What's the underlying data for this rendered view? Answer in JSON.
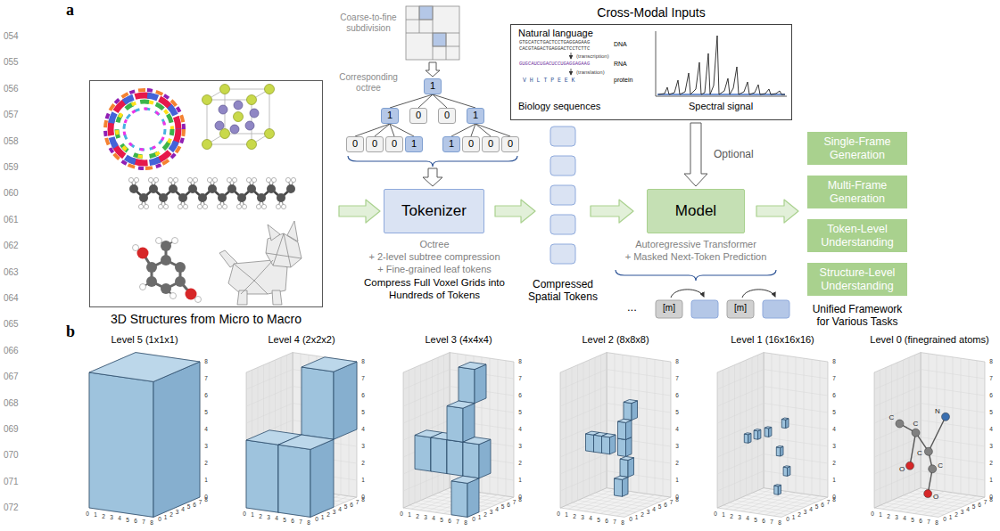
{
  "diagram": {
    "nodes": [
      {
        "text": [
          "3D Structures from Micro to Macro"
        ]
      },
      {
        "text": [
          "Tokenizer"
        ]
      },
      {
        "text": [
          "Cross-Modal Inputs",
          "Natural language",
          "Biology sequences",
          "Spectral signal"
        ]
      },
      {
        "text": [
          "Model"
        ]
      },
      {
        "text": [
          "Single-Frame Generation"
        ]
      },
      {
        "text": [
          "Multi-Frame Generation"
        ]
      },
      {
        "text": [
          "Token-Level Understanding"
        ]
      },
      {
        "text": [
          "Structure-Level Understanding"
        ]
      },
      {
        "text": [
          "1"
        ]
      },
      {
        "text": [
          "1"
        ]
      },
      {
        "text": [
          "0"
        ]
      },
      {
        "text": [
          "0"
        ]
      },
      {
        "text": [
          "1"
        ]
      },
      {
        "text": [
          "0"
        ]
      },
      {
        "text": [
          "0"
        ]
      },
      {
        "text": [
          "0"
        ]
      },
      {
        "text": [
          "1"
        ]
      },
      {
        "text": [
          "1"
        ]
      },
      {
        "text": [
          "0"
        ]
      },
      {
        "text": [
          "0"
        ]
      },
      {
        "text": [
          "0"
        ]
      }
    ],
    "edges": [
      {
        "from": 0,
        "to": 1,
        "arrow": "to"
      },
      {
        "from": 2,
        "to": 3,
        "label": "Optional",
        "arrow": "to"
      },
      {
        "from": 8,
        "to": 9,
        "arrow": "none"
      },
      {
        "from": 8,
        "to": 10,
        "arrow": "none"
      },
      {
        "from": 8,
        "to": 11,
        "arrow": "none"
      },
      {
        "from": 8,
        "to": 12,
        "arrow": "none"
      },
      {
        "from": 9,
        "to": 13,
        "arrow": "none"
      },
      {
        "from": 9,
        "to": 14,
        "arrow": "none"
      },
      {
        "from": 9,
        "to": 15,
        "arrow": "none"
      },
      {
        "from": 9,
        "to": 16,
        "arrow": "none"
      },
      {
        "from": 12,
        "to": 17,
        "arrow": "none"
      },
      {
        "from": 12,
        "to": 18,
        "arrow": "none"
      },
      {
        "from": 12,
        "to": 19,
        "arrow": "none"
      },
      {
        "from": 12,
        "to": 20,
        "arrow": "none"
      }
    ],
    "labels": [
      "054",
      "055",
      "056",
      "057",
      "058",
      "059",
      "060",
      "061",
      "062",
      "063",
      "064",
      "065",
      "066",
      "067",
      "068",
      "069",
      "070",
      "071",
      "072",
      "a",
      "Coarse-to-fine subdivision",
      "Corresponding octree",
      "Octree",
      "+ 2-level subtree compression",
      "+ Fine-grained leaf tokens",
      "Compress Full Voxel Grids into Hundreds of Tokens",
      "Compressed Spatial Tokens",
      "Autoregressive Transformer",
      "+ Masked Next-Token Prediction",
      "...",
      "[m]",
      "[m]",
      "Unified Framework for Various Tasks",
      "GTGCATCTGACTCCTGAGGAGAAG",
      "CACGTAGACTGAGGACTCCTCTTC",
      "DNA",
      "(transcription)",
      "GUGCAUCUGACUCCUGAGGAGAAG",
      "RNA",
      "(translation)",
      "V H L T P E E K",
      "protein",
      "b",
      "Level 5 (1x1x1)",
      "Level 4 (2x2x2)",
      "Level 3 (4x4x4)",
      "Level 2 (8x8x8)",
      "Level 1 (16x16x16)",
      "Level 0 (finegrained atoms)",
      "C",
      "C",
      "N",
      "C",
      "O",
      "C",
      "O",
      "0",
      "1",
      "2",
      "3",
      "4",
      "5",
      "6",
      "7",
      "8",
      "0",
      "1",
      "2",
      "3",
      "4",
      "5",
      "6",
      "7",
      "8",
      "0",
      "1",
      "2",
      "3",
      "4",
      "5",
      "6",
      "7",
      "8",
      "0",
      "1",
      "2",
      "3",
      "4",
      "5",
      "6",
      "7",
      "8",
      "0",
      "1",
      "2",
      "3",
      "4",
      "5",
      "6",
      "7",
      "8",
      "0",
      "1",
      "2",
      "3",
      "4",
      "5",
      "6",
      "7",
      "8",
      "0",
      "1",
      "2",
      "3",
      "4",
      "5",
      "6",
      "7",
      "8",
      "0",
      "1",
      "2",
      "3",
      "4",
      "5",
      "6",
      "7",
      "8",
      "0",
      "1",
      "2",
      "3",
      "4",
      "5",
      "6",
      "7",
      "8",
      "0",
      "1",
      "2",
      "3",
      "4",
      "5",
      "6",
      "7",
      "8",
      "0",
      "1",
      "2",
      "3",
      "4",
      "5",
      "6",
      "7",
      "8",
      "0",
      "1",
      "2",
      "3",
      "4",
      "5",
      "6",
      "7",
      "8",
      "0",
      "1",
      "2",
      "3",
      "4",
      "5",
      "6",
      "7",
      "8",
      "0",
      "1",
      "2",
      "3",
      "4",
      "5",
      "6",
      "7",
      "8",
      "0",
      "1",
      "2",
      "3",
      "4",
      "5",
      "6",
      "7",
      "8",
      "0",
      "1",
      "2",
      "3",
      "4",
      "5",
      "6",
      "7",
      "8",
      "0",
      "1",
      "2",
      "3",
      "4",
      "5",
      "6",
      "7",
      "8",
      "0",
      "1",
      "2",
      "3",
      "4",
      "5",
      "6",
      "7",
      "8"
    ]
  }
}
